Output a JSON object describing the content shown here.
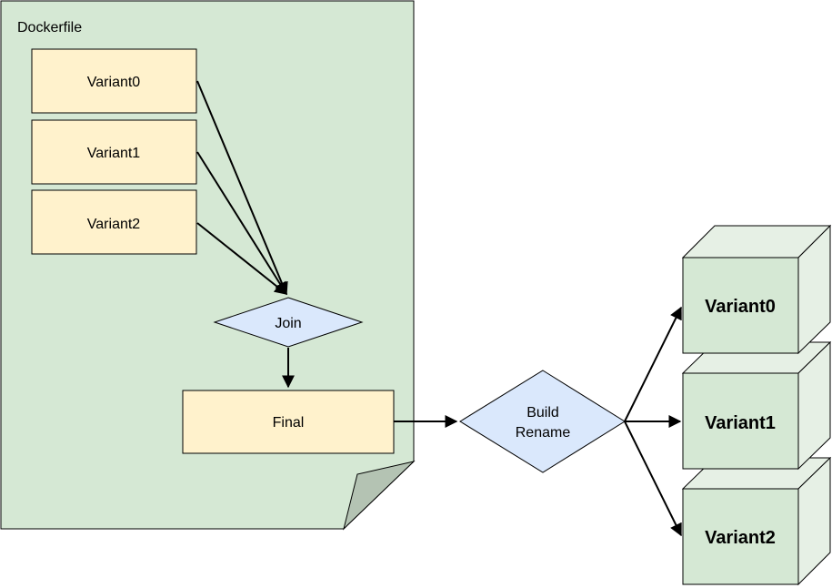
{
  "document": {
    "title": "Dockerfile"
  },
  "stages": [
    {
      "label": "Variant0"
    },
    {
      "label": "Variant1"
    },
    {
      "label": "Variant2"
    }
  ],
  "join": {
    "label": "Join"
  },
  "final": {
    "label": "Final"
  },
  "build": {
    "line1": "Build",
    "line2": "Rename"
  },
  "outputs": [
    {
      "label": "Variant0"
    },
    {
      "label": "Variant1"
    },
    {
      "label": "Variant2"
    }
  ],
  "colors": {
    "document_fill": "#d5e8d4",
    "document_fold": "#b4c3b3",
    "stage_fill": "#fff2cc",
    "decision_fill": "#dae8fc",
    "cube_fill": "#d5e8d4",
    "cube_shade": "#e6f0e5",
    "stroke": "#000000"
  }
}
